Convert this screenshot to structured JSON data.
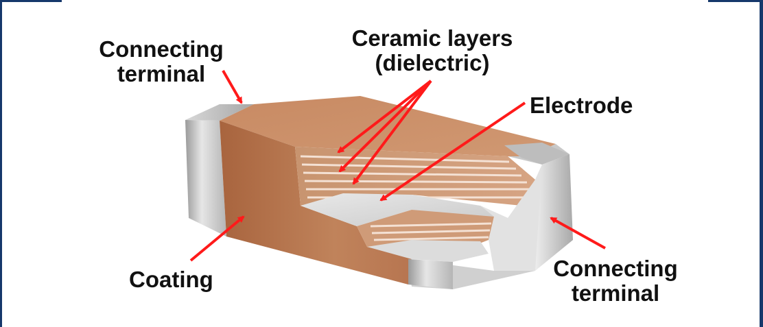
{
  "labels": {
    "connecting_terminal_top": [
      "Connecting",
      "terminal"
    ],
    "ceramic_layers": [
      "Ceramic layers",
      "(dielectric)"
    ],
    "electrode": "Electrode",
    "coating": "Coating",
    "connecting_terminal_bottom": [
      "Connecting",
      "terminal"
    ]
  },
  "colors": {
    "frame": "#16386b",
    "arrow": "#ff1a1a",
    "coating": "#b8774e",
    "terminal": "#bdbdbd",
    "electrode": "#d9d9d9"
  }
}
